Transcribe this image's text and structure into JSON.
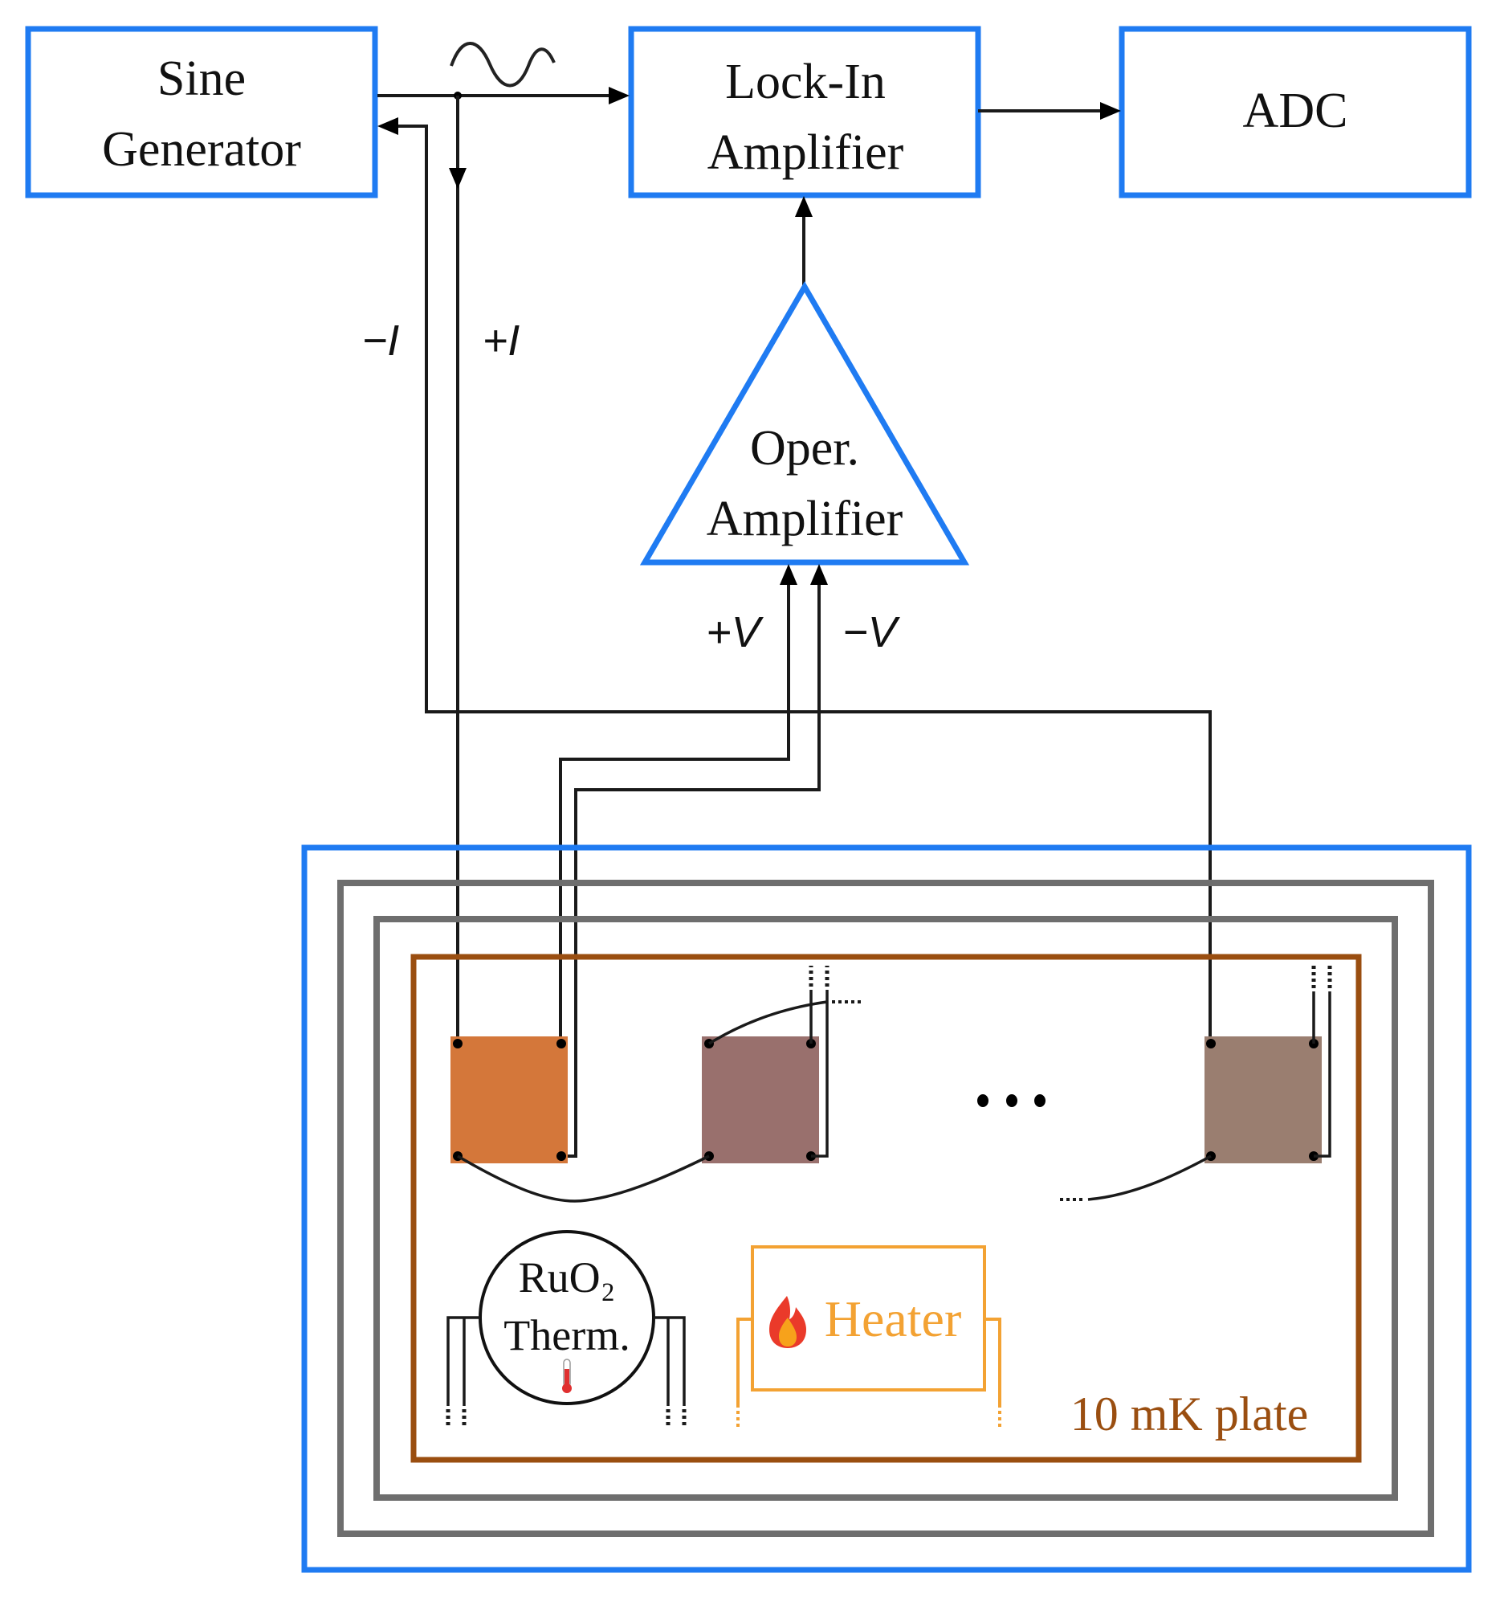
{
  "diagram": {
    "type": "block-diagram",
    "title": "Lock-in resistance measurement setup"
  },
  "blocks": {
    "sine_generator": {
      "lines": [
        "Sine",
        "Generator"
      ]
    },
    "lock_in": {
      "lines": [
        "Lock-In",
        "Amplifier"
      ]
    },
    "adc": {
      "lines": [
        "ADC"
      ]
    },
    "op_amp": {
      "lines": [
        "Oper.",
        "Amplifier"
      ]
    }
  },
  "signals": {
    "minus_i": "−I",
    "plus_i": "+I",
    "plus_v": "+V",
    "minus_v": "−V",
    "sine_symbol": "sine-wave-icon"
  },
  "cryostat": {
    "plate_label": "10 mK plate",
    "ellipsis": "•••",
    "samples": [
      {
        "name": "sample-1",
        "color": "#d4773a"
      },
      {
        "name": "sample-2",
        "color": "#99706d"
      },
      {
        "name": "sample-3",
        "color": "#9a7e70"
      }
    ],
    "thermometer": {
      "lines": [
        "RuO₂",
        "Therm."
      ],
      "icon": "thermometer-icon"
    },
    "heater": {
      "label": "Heater",
      "icon": "fire-icon",
      "color": "#f3a233"
    }
  },
  "colors": {
    "block_border": "#1f7bf2",
    "shield": "#6e6e6e",
    "plate": "#9a4e10",
    "wire": "#1a1a1a"
  }
}
